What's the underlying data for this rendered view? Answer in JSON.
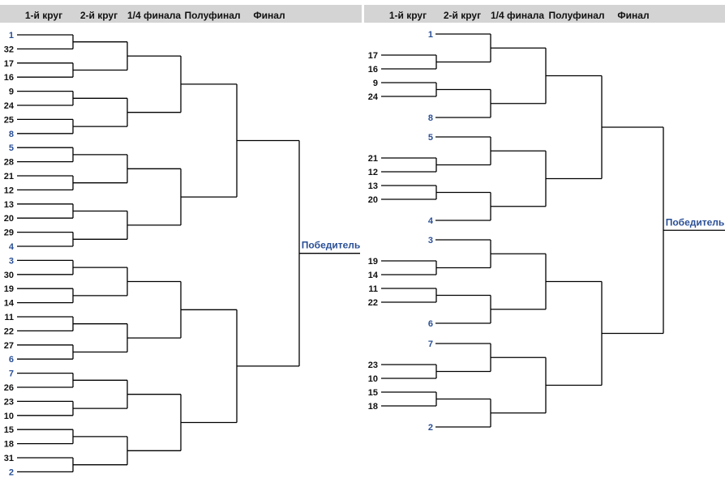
{
  "colors": {
    "header_bg": "#d4d4d4",
    "seed_top": "#2a4f96",
    "seed_normal": "#111111",
    "line": "#000000"
  },
  "left": {
    "headers": [
      "1-й круг",
      "2-й круг",
      "1/4 финала",
      "Полуфинал",
      "Финал"
    ],
    "winner_label": "Победитель",
    "entries": [
      {
        "seed": "1",
        "top": true
      },
      {
        "seed": "32",
        "top": false
      },
      {
        "seed": "17",
        "top": false
      },
      {
        "seed": "16",
        "top": false
      },
      {
        "seed": "9",
        "top": false
      },
      {
        "seed": "24",
        "top": false
      },
      {
        "seed": "25",
        "top": false
      },
      {
        "seed": "8",
        "top": true
      },
      {
        "seed": "5",
        "top": true
      },
      {
        "seed": "28",
        "top": false
      },
      {
        "seed": "21",
        "top": false
      },
      {
        "seed": "12",
        "top": false
      },
      {
        "seed": "13",
        "top": false
      },
      {
        "seed": "20",
        "top": false
      },
      {
        "seed": "29",
        "top": false
      },
      {
        "seed": "4",
        "top": true
      },
      {
        "seed": "3",
        "top": true
      },
      {
        "seed": "30",
        "top": false
      },
      {
        "seed": "19",
        "top": false
      },
      {
        "seed": "14",
        "top": false
      },
      {
        "seed": "11",
        "top": false
      },
      {
        "seed": "22",
        "top": false
      },
      {
        "seed": "27",
        "top": false
      },
      {
        "seed": "6",
        "top": true
      },
      {
        "seed": "7",
        "top": true
      },
      {
        "seed": "26",
        "top": false
      },
      {
        "seed": "23",
        "top": false
      },
      {
        "seed": "10",
        "top": false
      },
      {
        "seed": "15",
        "top": false
      },
      {
        "seed": "18",
        "top": false
      },
      {
        "seed": "31",
        "top": false
      },
      {
        "seed": "2",
        "top": true
      }
    ]
  },
  "right": {
    "headers": [
      "1-й круг",
      "2-й круг",
      "1/4 финала",
      "Полуфинал",
      "Финал"
    ],
    "winner_label": "Победитель",
    "sections": [
      {
        "seed": "1",
        "r1": [
          "17",
          "16",
          "9",
          "24"
        ],
        "bottom": "8"
      },
      {
        "seed": "5",
        "r1": [
          "21",
          "12",
          "13",
          "20"
        ],
        "bottom": "4"
      },
      {
        "seed": "3",
        "r1": [
          "19",
          "14",
          "11",
          "22"
        ],
        "bottom": "6"
      },
      {
        "seed": "7",
        "r1": [
          "23",
          "10",
          "15",
          "18"
        ],
        "bottom": "2"
      }
    ]
  }
}
